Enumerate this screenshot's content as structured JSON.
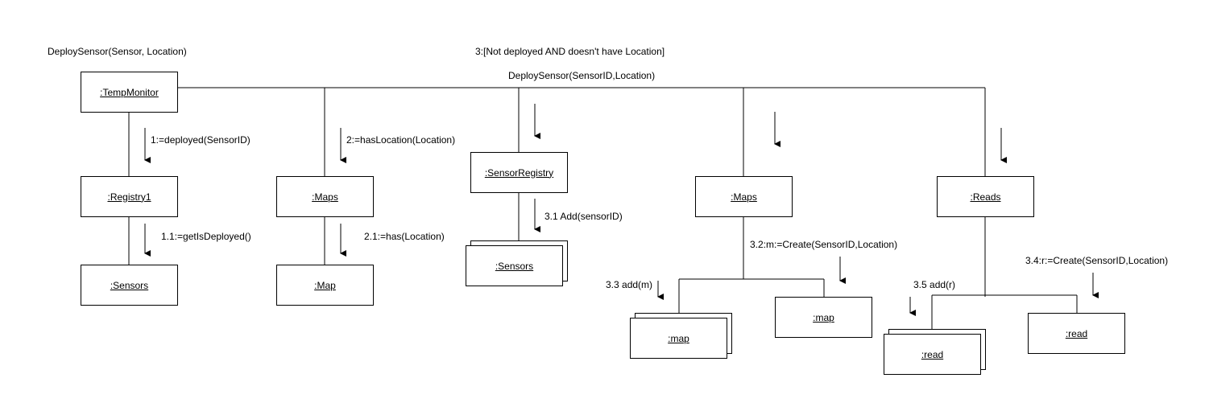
{
  "objects": {
    "temp_monitor": ":TempMonitor",
    "registry1": ":Registry1",
    "sensors_1": ":Sensors",
    "maps_1": ":Maps",
    "map_1": ":Map",
    "sensor_registry": ":SensorRegistry",
    "sensors_multi": ":Sensors",
    "maps_2": ":Maps",
    "map_multi": ":map",
    "map_2": ":map",
    "reads": ":Reads",
    "read_multi": ":read",
    "read_2": ":read"
  },
  "messages": {
    "deploy_sensor_top": "DeploySensor(Sensor, Location)",
    "condition": "3:[Not deployed AND  doesn't have Location]",
    "deploy_sensor_id": "DeploySensor(SensorID,Location)",
    "deployed": "1:=deployed(SensorID)",
    "get_is_deployed": "1.1:=getIsDeployed()",
    "has_location": "2:=hasLocation(Location)",
    "has": "2.1:=has(Location)",
    "add_sensor": "3.1 Add(sensorID)",
    "create_map": "3.2:m:=Create(SensorID,Location)",
    "add_m": "3.3 add(m)",
    "create_read": "3.4:r:=Create(SensorID,Location)",
    "add_r": "3.5 add(r)"
  },
  "colors": {
    "stroke": "#000000",
    "fill": "#ffffff"
  }
}
